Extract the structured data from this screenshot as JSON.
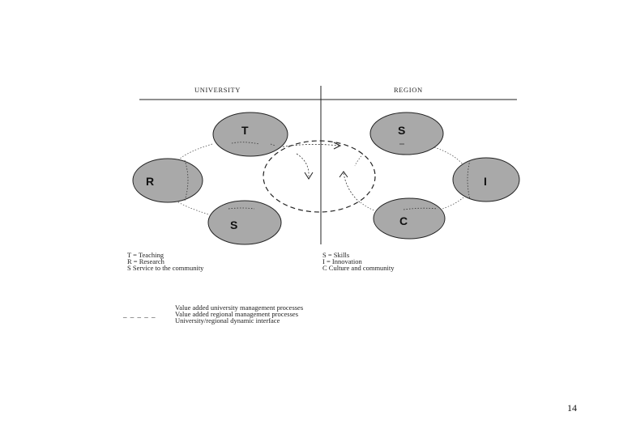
{
  "headers": {
    "left": "UNIVERSITY",
    "right": "REGION"
  },
  "nodes": {
    "t": "T",
    "r": "R",
    "s_left": "S",
    "s_right": "S",
    "i": "I",
    "c": "C"
  },
  "legend_left": [
    "T = Teaching",
    "R = Research",
    "S   Service to the community"
  ],
  "legend_right": [
    "S = Skills",
    "I = Innovation",
    "C   Culture and community"
  ],
  "line_legend": [
    "Value added university management processes",
    "Value added regional management processes",
    "University/regional dynamic interface"
  ],
  "dash_key": "_ _ _ _ _",
  "colors": {
    "node_fill": "#a9a9a9",
    "stroke": "#222222"
  },
  "page_number": "14"
}
